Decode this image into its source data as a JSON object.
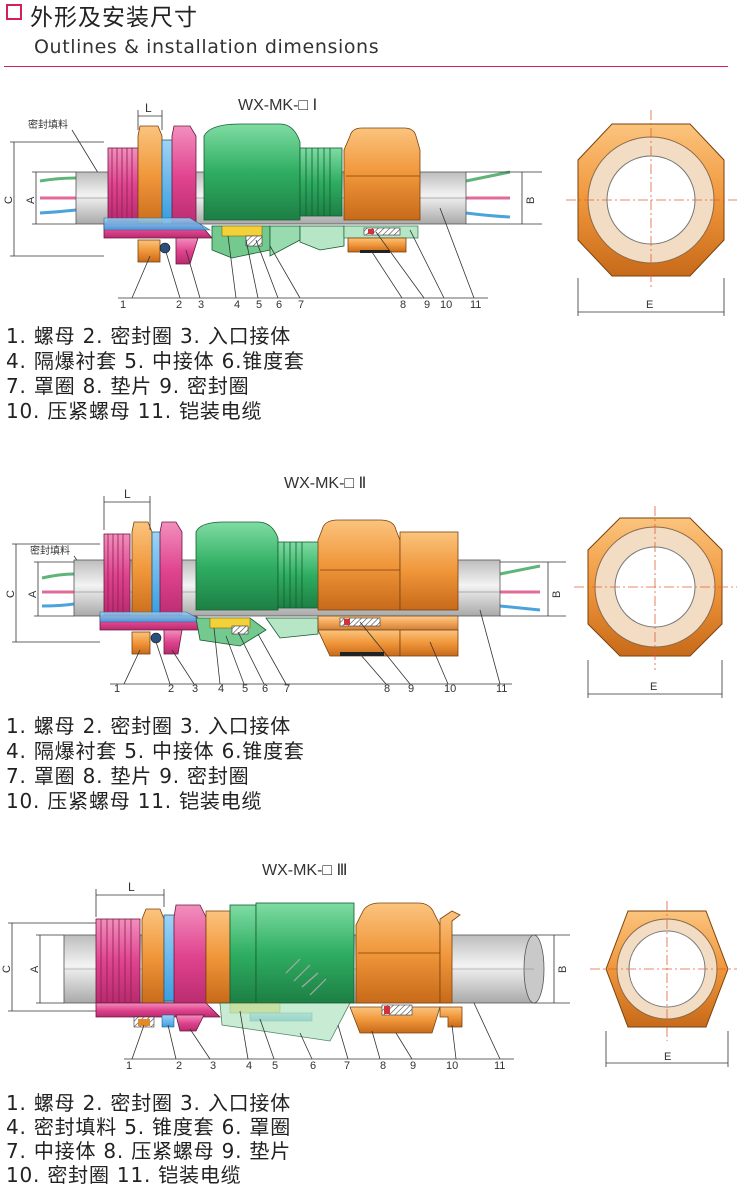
{
  "header": {
    "title_cn": "外形及安装尺寸",
    "title_en": "Outlines & installation dimensions"
  },
  "sections": [
    {
      "model": "WX-MK-□ Ⅰ",
      "seal_label": "密封填料",
      "dim_labels": {
        "L": "L",
        "C": "C",
        "A": "A",
        "B": "B",
        "E": "E"
      },
      "numbers": [
        "1",
        "2",
        "3",
        "4",
        "5",
        "6",
        "7",
        "8",
        "9",
        "10",
        "11"
      ],
      "legend": [
        "1. 螺母   2. 密封圈   3. 入口接体",
        "4. 隔爆衬套   5. 中接体   6.锥度套",
        "7. 罩圈   8. 垫片   9. 密封圈",
        "10. 压紧螺母   11. 铠装电缆"
      ]
    },
    {
      "model": "WX-MK-□ Ⅱ",
      "seal_label": "密封填料",
      "dim_labels": {
        "L": "L",
        "C": "C",
        "A": "A",
        "B": "B",
        "E": "E"
      },
      "numbers": [
        "1",
        "2",
        "3",
        "4",
        "5",
        "6",
        "7",
        "8",
        "9",
        "10",
        "11"
      ],
      "legend": [
        "1. 螺母   2. 密封圈   3. 入口接体",
        "4. 隔爆衬套   5. 中接体   6.锥度套",
        "7. 罩圈   8. 垫片   9. 密封圈",
        "10. 压紧螺母   11. 铠装电缆"
      ]
    },
    {
      "model": "WX-MK-□ Ⅲ",
      "seal_label": "",
      "dim_labels": {
        "L": "L",
        "C": "C",
        "A": "A",
        "B": "B",
        "E": "E"
      },
      "numbers": [
        "1",
        "2",
        "3",
        "4",
        "5",
        "6",
        "7",
        "8",
        "9",
        "10",
        "11"
      ],
      "legend": [
        "1. 螺母   2. 密封圈   3. 入口接体",
        "4. 密封填料   5. 锥度套   6. 罩圈",
        "7. 中接体   8. 压紧螺母   9. 垫片",
        "10. 密封圈   11. 铠装电缆"
      ]
    }
  ],
  "colors": {
    "accent": "#d21f5f",
    "magenta": "#e0448f",
    "orange": "#f0963a",
    "green": "#2fae62",
    "light_green": "#8fd3a0",
    "blue": "#3a9ee0",
    "yellow": "#f2d13a",
    "gray_cable": "#d5d5d5",
    "cream_ring": "#f2dcc4"
  }
}
